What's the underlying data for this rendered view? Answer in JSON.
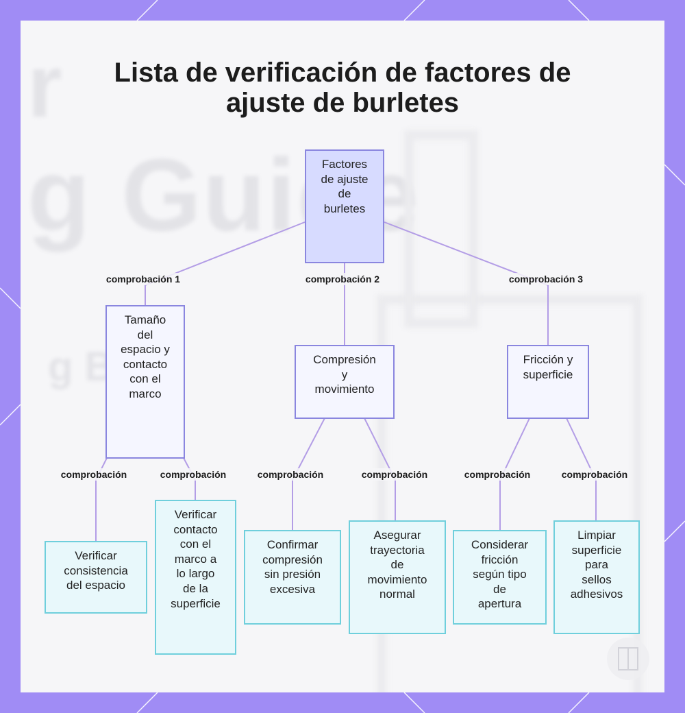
{
  "title": "Lista de verificación de factores de ajuste de burletes",
  "nodes": {
    "root": "Factores\nde ajuste\nde\nburletes",
    "gap": "Tamaño\ndel\nespacio y\ncontacto\ncon el\nmarco",
    "compression": "Compresión\ny\nmovimiento",
    "friction": "Fricción y\nsuperficie",
    "gap_consistency": "Verificar\nconsistencia\ndel espacio",
    "frame_contact": "Verificar\ncontacto\ncon el\nmarco a\nlo largo\nde la\nsuperficie",
    "confirm_compression": "Confirmar\ncompresión\nsin presión\nexcesiva",
    "movement_path": "Asegurar\ntrayectoria\nde\nmovimiento\nnormal",
    "friction_opening": "Considerar\nfricción\nsegún tipo\nde\napertura",
    "clean_surface": "Limpiar\nsuperficie\npara\nsellos\nadhesivos"
  },
  "edge_labels": {
    "check1": "comprobación 1",
    "check2": "comprobación 2",
    "check3": "comprobación 3",
    "gap_a": "comprobación",
    "gap_b": "comprobación",
    "comp_a": "comprobación",
    "comp_b": "comprobación",
    "fric_a": "comprobación",
    "fric_b": "comprobación"
  },
  "background_text": {
    "line1": "g Guide",
    "line2": "g Ba",
    "line3": "r"
  },
  "colors": {
    "frame": "#a08cf5",
    "root_fill": "#d7dbff",
    "mid_fill": "#f5f6ff",
    "leaf_fill": "#e8f8fb",
    "node_border": "#8a86df",
    "leaf_border": "#6fcfdc",
    "edge": "#b39de6"
  }
}
